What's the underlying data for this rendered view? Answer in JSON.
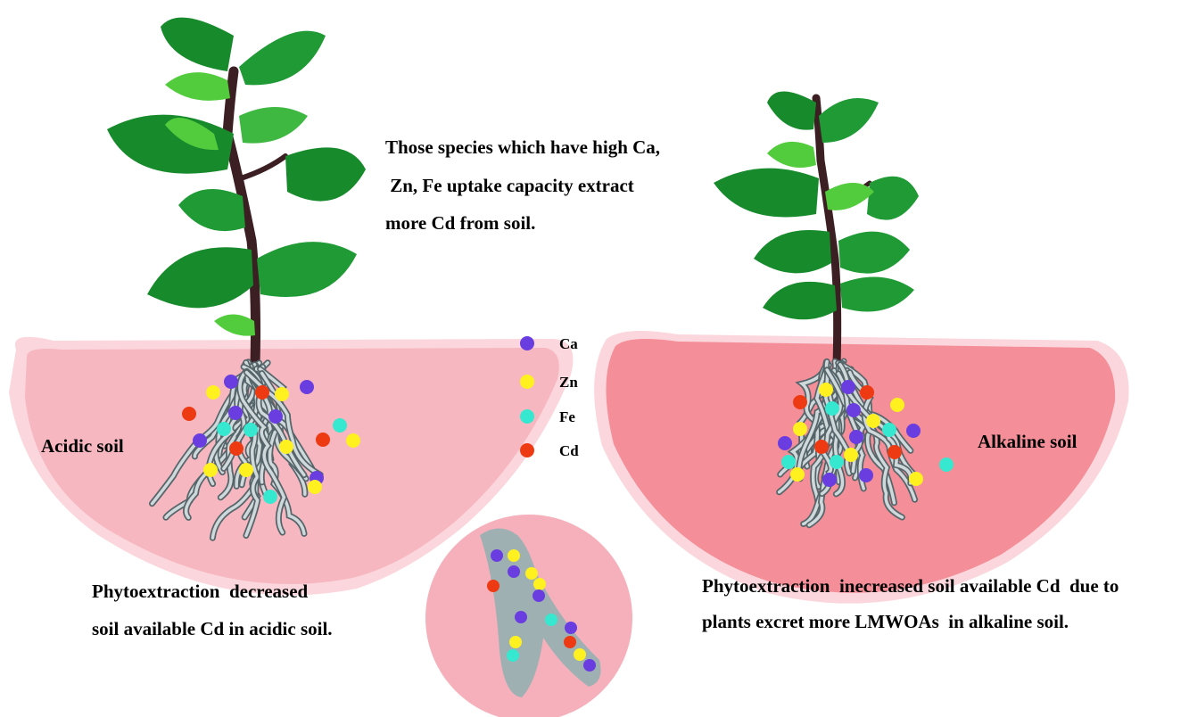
{
  "top_caption": [
    "Those species which have high Ca,",
    " Zn, Fe uptake capacity extract",
    "more Cd from soil."
  ],
  "left_soil_label": "Acidic soil",
  "right_soil_label": "Alkaline soil",
  "left_caption": [
    "Phytoextraction  decreased",
    "soil available Cd in acidic soil."
  ],
  "right_caption": [
    "Phytoextraction  inecreased soil available Cd  due to",
    "plants excret more LMWOAs  in alkaline soil."
  ],
  "legend": [
    {
      "label": "Ca",
      "color": "#6a3de0"
    },
    {
      "label": "Zn",
      "color": "#fff020"
    },
    {
      "label": "Fe",
      "color": "#35e8cf"
    },
    {
      "label": "Cd",
      "color": "#ee3a12"
    }
  ],
  "colors": {
    "acidic_soil": "#f6b7c0",
    "alkaline_soil": "#f48e98",
    "soil_halo": "#fbd6dc",
    "leaf_dark": "#178a2c",
    "leaf_light": "#52cc3c",
    "stem": "#3b1f22",
    "root": "#7d8b8f",
    "root_core": "#cfd8da"
  }
}
